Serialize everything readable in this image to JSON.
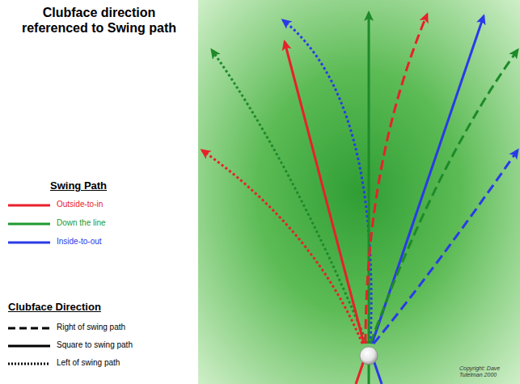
{
  "diagram": {
    "title": "Clubface direction referenced to Swing path",
    "labels": [
      "Swing Path",
      "Clubface Direction",
      "Copyright: Dave Tutelman 2000"
    ],
    "legend": [
      {
        "text": "Outside-to-in",
        "color": "#e8202a"
      },
      {
        "text": "Down the line",
        "color": "#1e9a30"
      },
      {
        "text": "Inside-to-out",
        "color": "#2a3ae8"
      },
      {
        "text": "Right of swing path"
      },
      {
        "text": "Square to swing path"
      },
      {
        "text": "Left of swing path"
      }
    ]
  }
}
